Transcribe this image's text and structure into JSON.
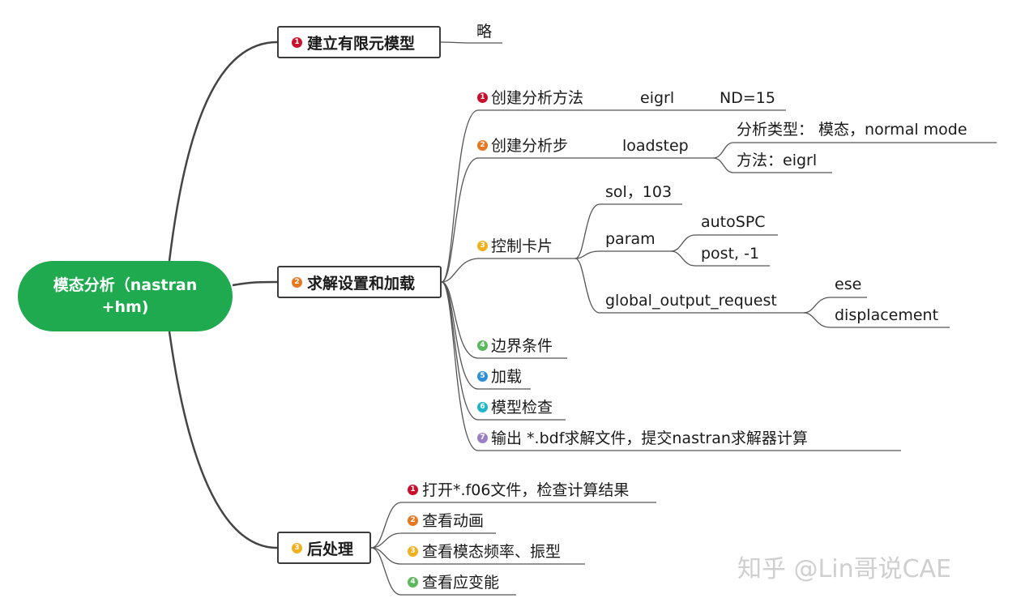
{
  "root": {
    "label": "模态分析（nastran +hm)",
    "color": "#1faa4f"
  },
  "branches": {
    "b1": {
      "badge": "1",
      "label": "建立有限元模型",
      "child": "略"
    },
    "b2": {
      "badge": "2",
      "label": "求解设置和加载",
      "items": [
        {
          "badge": "1",
          "label": "创建分析方法",
          "sub1": "eigrl",
          "sub2": "ND=15"
        },
        {
          "badge": "2",
          "label": "创建分析步",
          "sub": "loadstep",
          "leaves": [
            "分析类型： 模态，normal mode",
            "方法：eigrl"
          ]
        },
        {
          "badge": "3",
          "label": "控制卡片",
          "subs": [
            "sol，103",
            "param",
            "global_output_request"
          ],
          "param_leaves": [
            "autoSPC",
            "post, -1"
          ],
          "output_leaves": [
            "ese",
            "displacement"
          ]
        },
        {
          "badge": "4",
          "label": "边界条件"
        },
        {
          "badge": "5",
          "label": "加载"
        },
        {
          "badge": "6",
          "label": "模型检查"
        },
        {
          "badge": "7",
          "label": "输出 *.bdf求解文件，提交nastran求解器计算"
        }
      ]
    },
    "b3": {
      "badge": "3",
      "label": "后处理",
      "items": [
        {
          "badge": "1",
          "label": "打开*.f06文件，检查计算结果"
        },
        {
          "badge": "2",
          "label": "查看动画"
        },
        {
          "badge": "3",
          "label": "查看模态频率、振型"
        },
        {
          "badge": "4",
          "label": "查看应变能"
        }
      ]
    }
  },
  "badge_colors": {
    "red": "#c8102e",
    "orange": "#e87722",
    "yellow": "#f2b01e",
    "green": "#5cb85c",
    "blue": "#2f8fd6",
    "teal": "#21b6c7",
    "purple": "#9b7fc4"
  },
  "watermark": "知乎 @Lin哥说CAE"
}
